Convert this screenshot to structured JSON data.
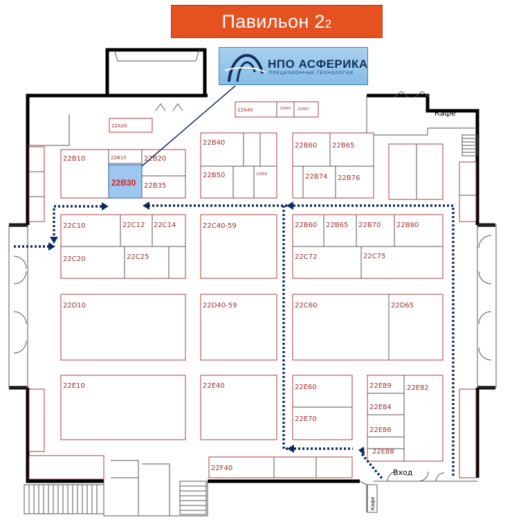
{
  "title": {
    "main": "Павильон 2",
    "sub": "2"
  },
  "logo": {
    "name": "НПО АСФЕРИКА",
    "tagline": "ПРЕЦИЗИОННЫЕ ТЕХНОЛОГИИ"
  },
  "highlight_booth": "22B30",
  "booths": {
    "b22A20": "22A20",
    "b22A40": "22A40",
    "b22A50": "22A50",
    "b22A60": "22A60",
    "b22B10": "22B10",
    "b22B15": "22B15",
    "b22B20": "22B20",
    "b22B35": "22B35",
    "b22B40": "22B40",
    "b22B50": "22B50",
    "b22B58": "22B58",
    "b22B60": "22B60",
    "b22B65": "22B65",
    "b22B74": "22B74",
    "b22B76": "22B76",
    "b22C10": "22C10",
    "b22C12": "22C12",
    "b22C14": "22C14",
    "b22C20": "22C20",
    "b22C25": "22C25",
    "b22C40_59": "22C40-59",
    "b22B60b": "22B60",
    "b22B65b": "22B65",
    "b22B70": "22B70",
    "b22B80": "22B80",
    "b22C72": "22C72",
    "b22C75": "22C75",
    "b22D10": "22D10",
    "b22D40_59": "22D40-59",
    "b22C60": "22C60",
    "b22D65": "22D65",
    "b22E10": "22E10",
    "b22E40": "22E40",
    "b22E60": "22E60",
    "b22E70": "22E70",
    "b22E89": "22E89",
    "b22E82": "22E82",
    "b22E84": "22E84",
    "b22E86": "22E86",
    "b22E88": "22E88",
    "b22F40": "22F40"
  },
  "labels": {
    "cafe_top": "Кафе",
    "entrance": "Вход",
    "cafe_bottom": "Кафе"
  },
  "colors": {
    "banner": "#e55220",
    "route": "#0d2a5e",
    "booth_outline": "#b03a3a",
    "highlight_fill": "#9cc8f0",
    "highlight_text": "#d21f1f"
  },
  "icons": [
    "aspherica-logo-icon",
    "route-arrow-icon"
  ]
}
